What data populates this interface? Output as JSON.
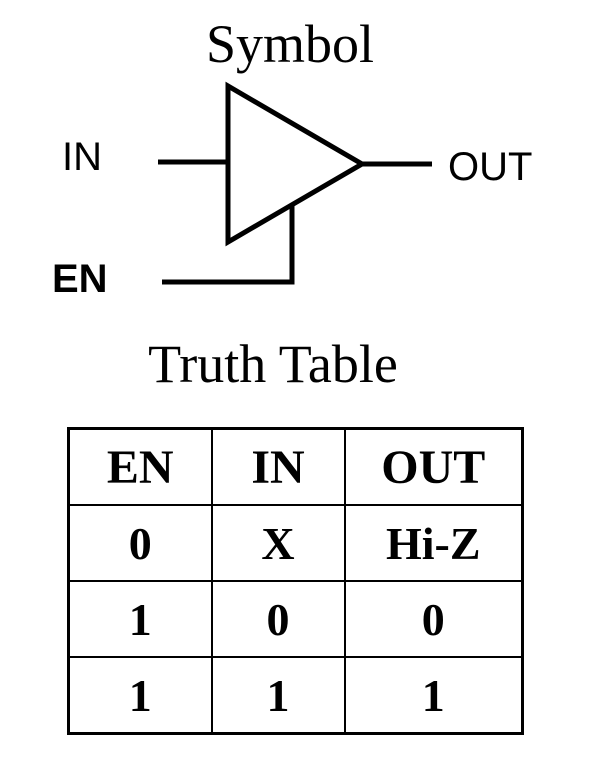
{
  "symbol": {
    "title": "Symbol",
    "input_label": "IN",
    "enable_label": "EN",
    "output_label": "OUT"
  },
  "truth_table": {
    "title": "Truth Table",
    "headers": [
      "EN",
      "IN",
      "OUT"
    ],
    "rows": [
      [
        "0",
        "X",
        "Hi-Z"
      ],
      [
        "1",
        "0",
        "0"
      ],
      [
        "1",
        "1",
        "1"
      ]
    ]
  }
}
